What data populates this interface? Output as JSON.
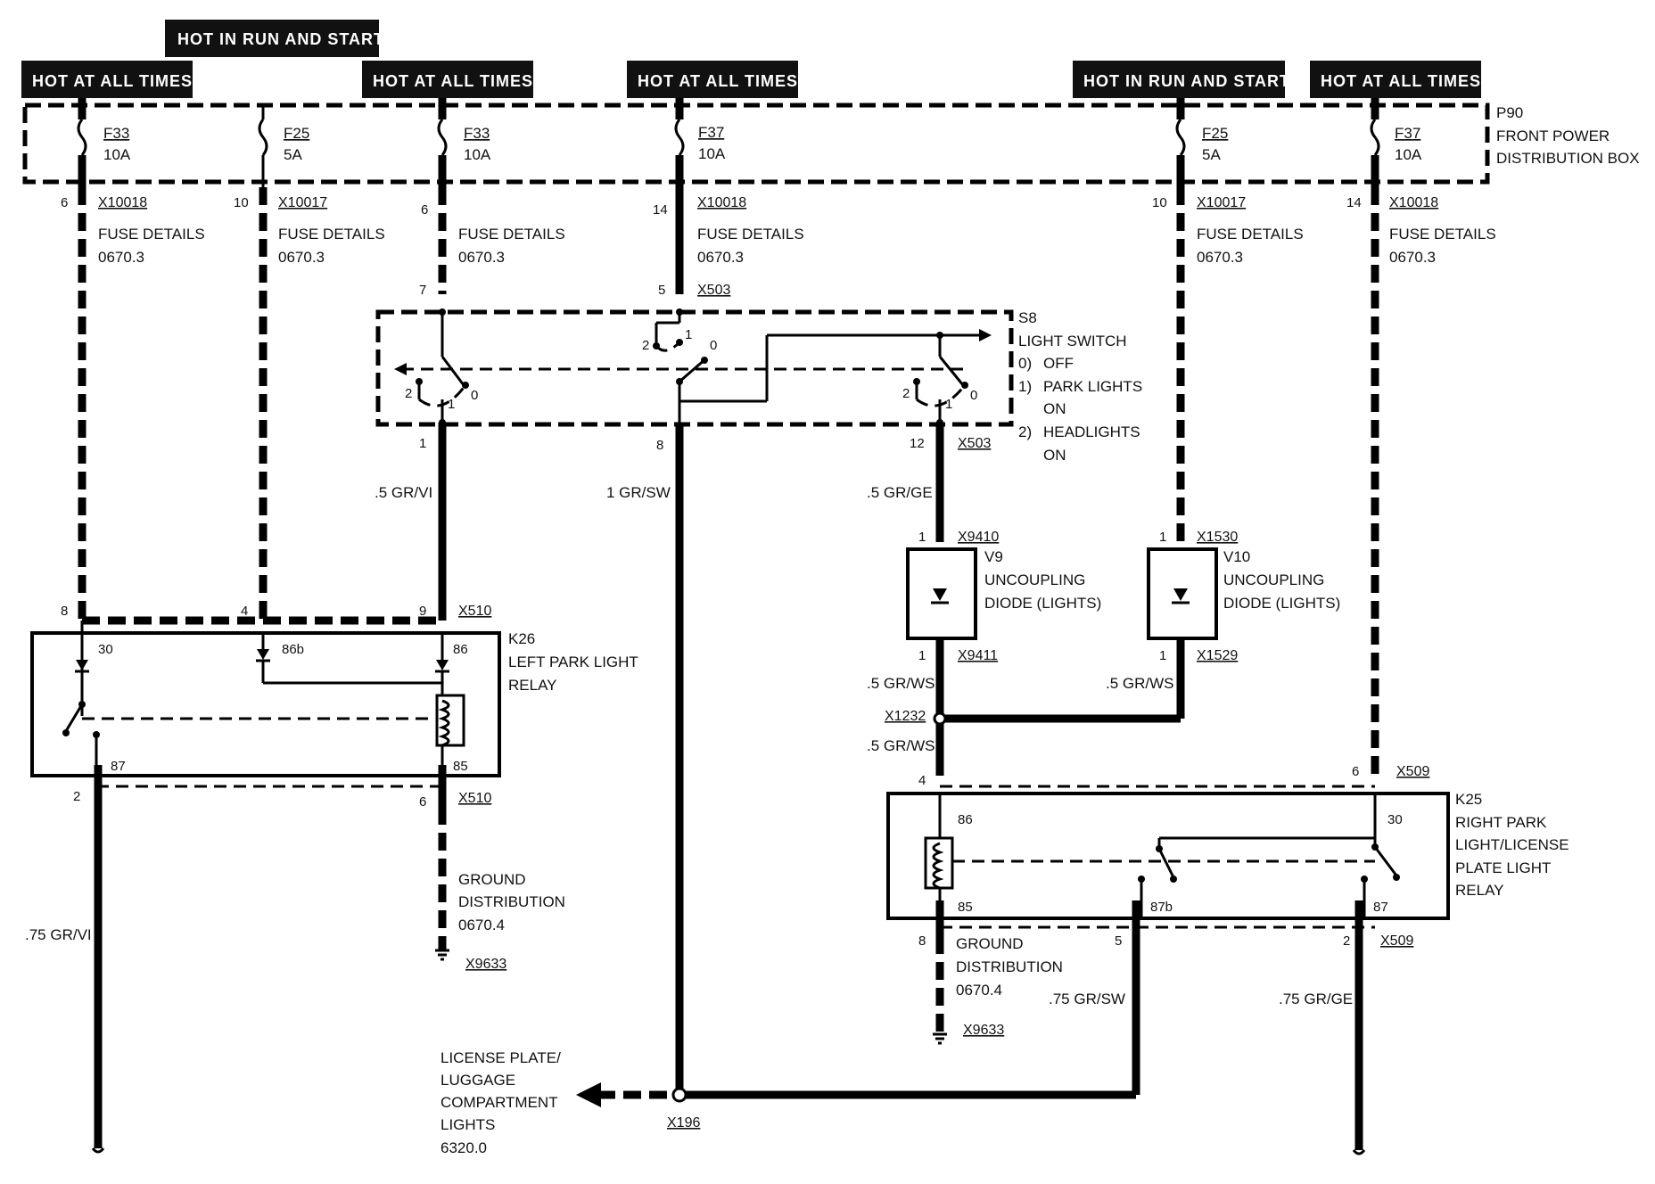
{
  "headers": {
    "hot_run_start_top": "HOT IN RUN AND START",
    "hot_all_1": "HOT AT ALL TIMES",
    "hot_all_2": "HOT AT ALL TIMES",
    "hot_all_3": "HOT AT ALL TIMES",
    "hot_run_start_2": "HOT IN RUN AND START",
    "hot_all_4": "HOT AT ALL TIMES"
  },
  "distribution_box": {
    "id": "P90",
    "name_line1": "FRONT POWER",
    "name_line2": "DISTRIBUTION BOX"
  },
  "fuses": [
    {
      "name": "F33",
      "rating": "10A"
    },
    {
      "name": "F25",
      "rating": "5A"
    },
    {
      "name": "F33",
      "rating": "10A"
    },
    {
      "name": "F37",
      "rating": "10A"
    },
    {
      "name": "F25",
      "rating": "5A"
    },
    {
      "name": "F37",
      "rating": "10A"
    }
  ],
  "fuse_outputs": [
    {
      "pin": "6",
      "connector": "X10018",
      "details": "FUSE DETAILS",
      "page": "0670.3"
    },
    {
      "pin": "10",
      "connector": "X10017",
      "details": "FUSE DETAILS",
      "page": "0670.3"
    },
    {
      "pin": "6",
      "connector": "",
      "details": "FUSE DETAILS",
      "page": "0670.3"
    },
    {
      "pin": "14",
      "connector": "X10018",
      "details": "FUSE DETAILS",
      "page": "0670.3"
    },
    {
      "pin": "10",
      "connector": "X10017",
      "details": "FUSE DETAILS",
      "page": "0670.3"
    },
    {
      "pin": "14",
      "connector": "X10018",
      "details": "FUSE DETAILS",
      "page": "0670.3"
    }
  ],
  "light_switch": {
    "id": "S8",
    "name": "LIGHT SWITCH",
    "pos0_num": "0)",
    "pos0": "OFF",
    "pos1_num": "1)",
    "pos1_a": "PARK LIGHTS",
    "pos1_b": "ON",
    "pos2_num": "2)",
    "pos2_a": "HEADLIGHTS",
    "pos2_b": "ON",
    "connector": "X503",
    "pin_in_left": "7",
    "pin_in_mid": "5",
    "pin_out_left": "1",
    "pin_out_mid": "8",
    "pin_out_right": "12",
    "contact_2": "2",
    "contact_1": "1",
    "contact_0": "0"
  },
  "wires": {
    "w_gr_vi": ".5 GR/VI",
    "w_gr_sw_1": "1 GR/SW",
    "w_gr_ge": ".5 GR/GE",
    "w_gr_ws_1": ".5 GR/WS",
    "w_gr_ws_2": ".5 GR/WS",
    "w_gr_ws_3": ".5 GR/WS",
    "w_75_gr_vi": ".75 GR/VI",
    "w_75_gr_sw": ".75 GR/SW",
    "w_75_gr_ge": ".75 GR/GE"
  },
  "diodes": [
    {
      "id": "V9",
      "name_a": "UNCOUPLING",
      "name_b": "DIODE (LIGHTS)",
      "conn_top": "X9410",
      "conn_bot": "X9411",
      "pin_top": "1",
      "pin_bot": "1"
    },
    {
      "id": "V10",
      "name_a": "UNCOUPLING",
      "name_b": "DIODE (LIGHTS)",
      "conn_top": "X1530",
      "conn_bot": "X1529",
      "pin_top": "1",
      "pin_bot": "1"
    }
  ],
  "splice": {
    "x1232": "X1232",
    "x196": "X196"
  },
  "left_relay": {
    "id": "K26",
    "name_a": "LEFT PARK LIGHT",
    "name_b": "RELAY",
    "connector": "X510",
    "pin_8": "8",
    "pin_4": "4",
    "pin_9": "9",
    "pin_2": "2",
    "pin_6": "6",
    "t30": "30",
    "t86b": "86b",
    "t86": "86",
    "t87": "87",
    "t85": "85"
  },
  "right_relay": {
    "id": "K25",
    "name_a": "RIGHT PARK",
    "name_b": "LIGHT/LICENSE",
    "name_c": "PLATE LIGHT",
    "name_d": "RELAY",
    "connector": "X509",
    "pin_4": "4",
    "pin_6": "6",
    "pin_8": "8",
    "pin_5": "5",
    "pin_2": "2",
    "t86": "86",
    "t30": "30",
    "t85": "85",
    "t87b": "87b",
    "t87": "87"
  },
  "grounds": [
    {
      "a": "GROUND",
      "b": "DISTRIBUTION",
      "page": "0670.4",
      "conn": "X9633"
    },
    {
      "a": "GROUND",
      "b": "DISTRIBUTION",
      "page": "0670.4",
      "conn": "X9633"
    }
  ],
  "license": {
    "l1": "LICENSE PLATE/",
    "l2": "LUGGAGE",
    "l3": "COMPARTMENT",
    "l4": "LIGHTS",
    "page": "6320.0"
  }
}
